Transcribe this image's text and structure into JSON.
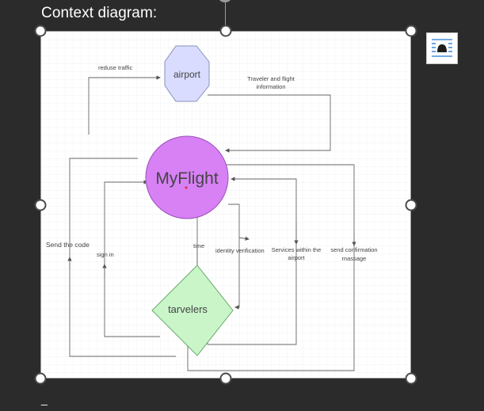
{
  "slide": {
    "heading": "Context diagram:",
    "cursor_text": "_"
  },
  "toolbar": {
    "layout_options_icon": "layout-options-icon"
  },
  "diagram": {
    "nodes": {
      "airport": "airport",
      "myflight": "MyFlight",
      "travelers": "tarvelers"
    },
    "labels": {
      "reduce_traffic": "reduse traffic",
      "traveler_info_1": "Traveler and flight",
      "traveler_info_2": "information",
      "send_code": "Send the code",
      "sign_in": "sign in",
      "time": "time",
      "identity_verification": "identity verification",
      "services_1": "Services within the",
      "services_2": "airport",
      "send_confirmation_1": "send confirmation",
      "send_confirmation_2": "massage"
    }
  },
  "colors": {
    "airport_fill": "#d9dcff",
    "myflight_fill": "#d781f5",
    "travelers_fill": "#c9f5c9",
    "page_bg": "#2b2b2b"
  }
}
